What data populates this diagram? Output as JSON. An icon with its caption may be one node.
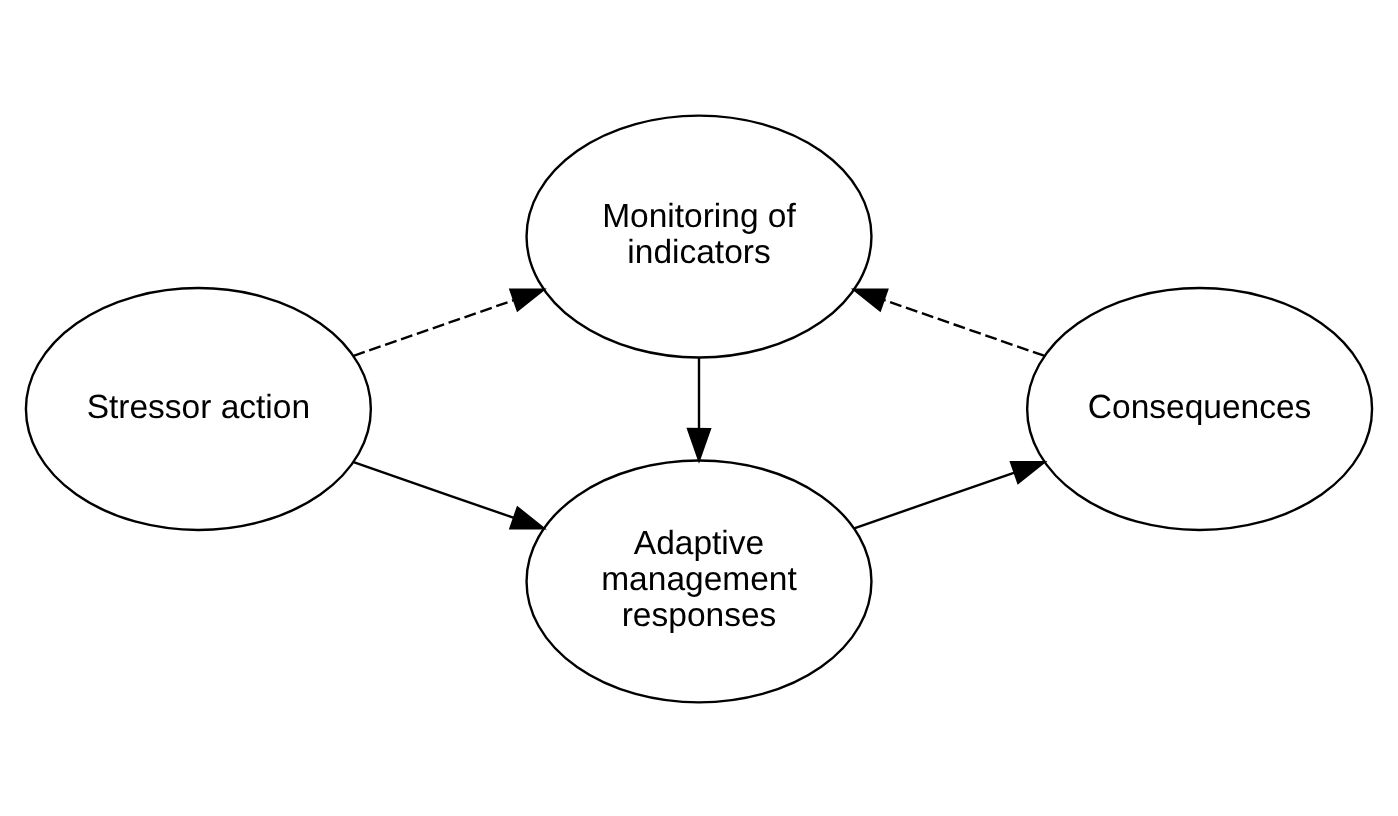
{
  "diagram": {
    "nodes": [
      {
        "text": [
          "Stressor action"
        ]
      },
      {
        "text": [
          "Adaptive management responses"
        ]
      },
      {
        "text": [
          "Consequences"
        ]
      },
      {
        "text": [
          "Monitoring of indicators"
        ]
      }
    ],
    "edges": [
      {
        "from": 0,
        "to": 1,
        "arrow": "to"
      },
      {
        "from": 1,
        "to": 2,
        "arrow": "to"
      },
      {
        "from": 0,
        "to": 3,
        "arrow": "to",
        "style": "dashed"
      },
      {
        "from": 2,
        "to": 3,
        "arrow": "to",
        "style": "dashed"
      },
      {
        "from": 3,
        "to": 1,
        "arrow": "to"
      }
    ]
  }
}
